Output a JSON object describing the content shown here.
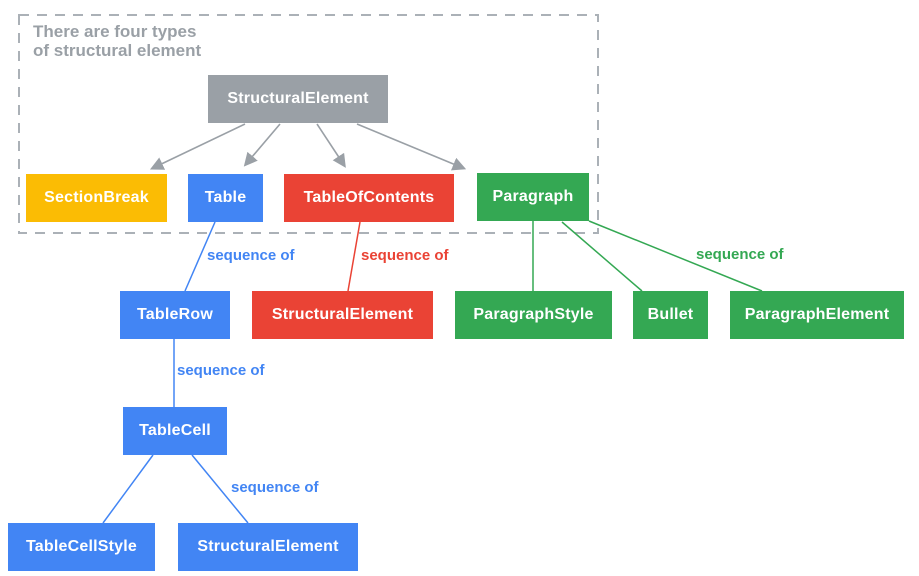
{
  "note": {
    "line1": "There are four types",
    "line2": "of structural element"
  },
  "colors": {
    "gray": "#9AA0A6",
    "yellow": "#FBBC04",
    "blue": "#4285F4",
    "red": "#EA4335",
    "green": "#34A853",
    "dashed_border": "#ABB1B7"
  },
  "nodes": {
    "structural_element_root": {
      "label": "StructuralElement",
      "color": "gray"
    },
    "section_break": {
      "label": "SectionBreak",
      "color": "yellow"
    },
    "table": {
      "label": "Table",
      "color": "blue"
    },
    "table_of_contents": {
      "label": "TableOfContents",
      "color": "red"
    },
    "paragraph": {
      "label": "Paragraph",
      "color": "green"
    },
    "table_row": {
      "label": "TableRow",
      "color": "blue"
    },
    "structural_element_toc": {
      "label": "StructuralElement",
      "color": "red"
    },
    "paragraph_style": {
      "label": "ParagraphStyle",
      "color": "green"
    },
    "bullet": {
      "label": "Bullet",
      "color": "green"
    },
    "paragraph_element": {
      "label": "ParagraphElement",
      "color": "green"
    },
    "table_cell": {
      "label": "TableCell",
      "color": "blue"
    },
    "table_cell_style": {
      "label": "TableCellStyle",
      "color": "blue"
    },
    "structural_element_cell": {
      "label": "StructuralElement",
      "color": "blue"
    }
  },
  "edge_labels": {
    "table_to_table_row": "sequence of",
    "toc_to_structural_element": "sequence of",
    "paragraph_to_paragraph_element": "sequence of",
    "table_row_to_table_cell": "sequence of",
    "table_cell_to_structural_element": "sequence of"
  }
}
